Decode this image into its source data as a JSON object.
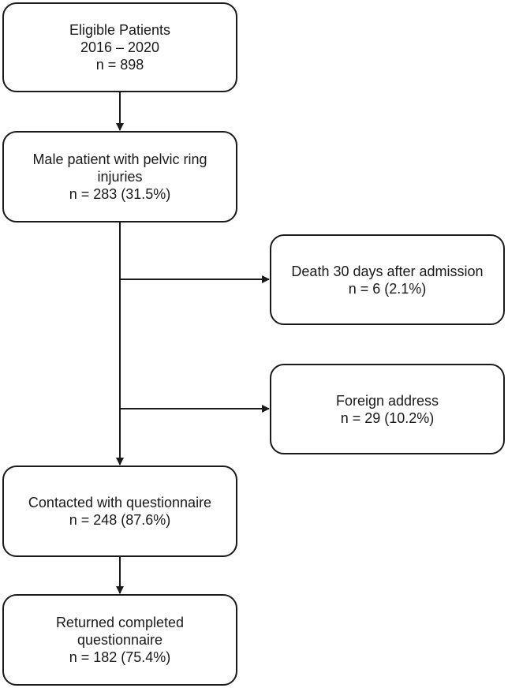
{
  "flowchart": {
    "boxes": {
      "eligible": {
        "lines": [
          "Eligible  Patients",
          "2016 – 2020",
          "n = 898"
        ]
      },
      "male": {
        "lines": [
          "Male patient with pelvic ring",
          "injuries",
          "n = 283 (31.5%)"
        ]
      },
      "death": {
        "lines": [
          "Death 30 days after admission",
          "n = 6 (2.1%)"
        ]
      },
      "foreign": {
        "lines": [
          "Foreign address",
          "n = 29 (10.2%)"
        ]
      },
      "contacted": {
        "lines": [
          "Contacted with questionnaire",
          "n = 248 (87.6%)"
        ]
      },
      "returned": {
        "lines": [
          "Returned completed",
          "questionnaire",
          "n = 182 (75.4%)"
        ]
      }
    },
    "colors": {
      "stroke": "#1a1a1a",
      "background": "#ffffff",
      "text": "#1a1a1a"
    }
  }
}
